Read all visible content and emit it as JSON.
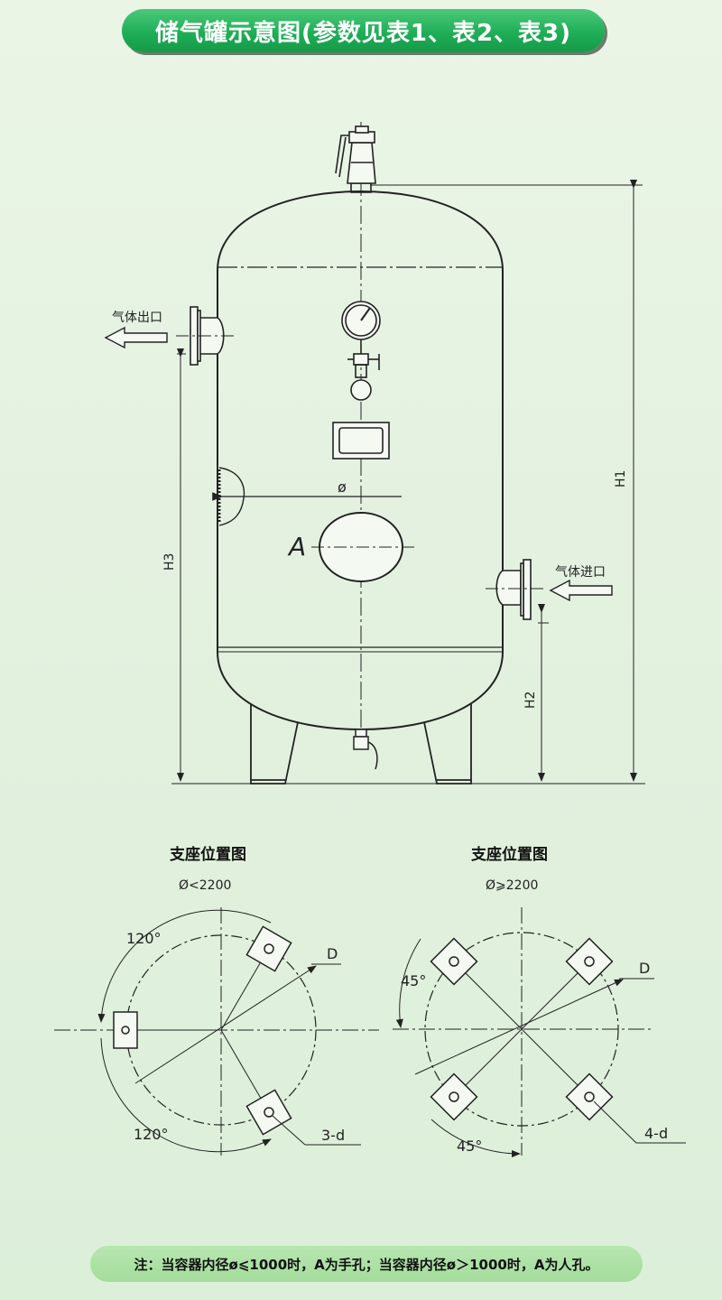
{
  "title": "储气罐示意图(参数见表1、表2、表3)",
  "labels": {
    "outlet": "气体出口",
    "inlet": "气体进口",
    "diameter": "ø",
    "manhole": "A",
    "h1": "H1",
    "h2": "H2",
    "h3": "H3"
  },
  "support_left": {
    "title": "支座位置图",
    "condition": "Ø<2200",
    "angle_top": "120°",
    "angle_bottom": "120°",
    "circle_label": "D",
    "holes_label": "3-d"
  },
  "support_right": {
    "title": "支座位置图",
    "condition": "Ø⩾2200",
    "angle_top": "45°",
    "angle_bottom": "45°",
    "circle_label": "D",
    "holes_label": "4-d"
  },
  "note": "注：当容器内径ø⩽1000时，A为手孔；当容器内径ø＞1000时，A为人孔。",
  "colors": {
    "title_green": "#1fae57",
    "note_green": "#a8dea0",
    "background": "#e4f1e0"
  }
}
